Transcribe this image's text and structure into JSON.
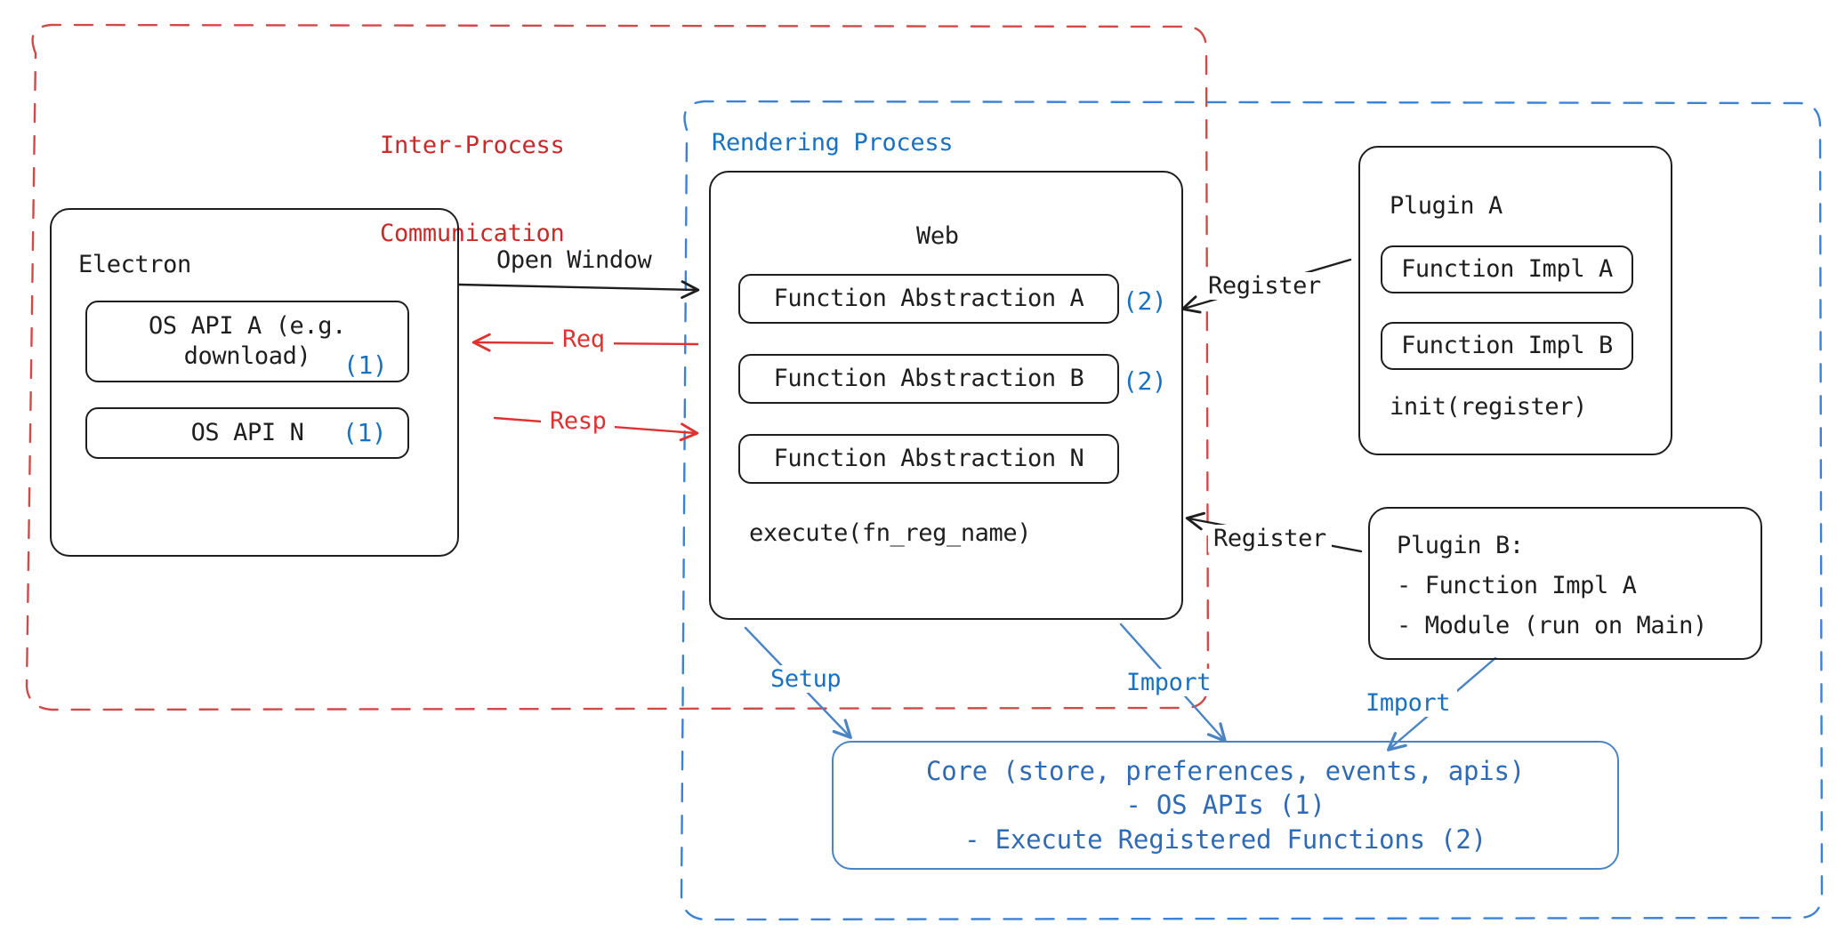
{
  "diagram": {
    "title": "Electron plugin architecture",
    "colors": {
      "ipc_red": "#c92a2a",
      "arrow_red": "#e03131",
      "render_blue": "#1971c2",
      "core_blue": "#2f6ab4",
      "stroke_black": "#1e1e1e"
    }
  },
  "groups": {
    "ipc": {
      "label_line1": "Inter-Process",
      "label_line2": "Communication"
    },
    "rendering": {
      "label": "Rendering Process"
    }
  },
  "electron": {
    "title": "Electron",
    "apis": [
      {
        "label": "OS API A (e.g.\ndownload)",
        "badge": "(1)"
      },
      {
        "label": "OS API N",
        "badge": "(1)"
      }
    ]
  },
  "web": {
    "title": "Web",
    "abstractions": [
      {
        "label": "Function Abstraction A",
        "badge": "(2)"
      },
      {
        "label": "Function Abstraction B",
        "badge": "(2)"
      },
      {
        "label": "Function Abstraction N",
        "badge": ""
      }
    ],
    "execute": "execute(fn_reg_name)"
  },
  "plugin_a": {
    "title": "Plugin A",
    "functions": [
      {
        "label": "Function Impl A"
      },
      {
        "label": "Function Impl B"
      }
    ],
    "init": "init(register)"
  },
  "plugin_b": {
    "line1": "Plugin B:",
    "line2": "- Function Impl A",
    "line3": "- Module (run on Main)"
  },
  "core": {
    "line1": "Core (store, preferences, events, apis)",
    "line2": "- OS APIs (1)",
    "line3": "- Execute Registered Functions (2)"
  },
  "edges": {
    "open_window": "Open Window",
    "req": "Req",
    "resp": "Resp",
    "register_top": "Register",
    "register_bottom": "Register",
    "setup": "Setup",
    "import_left": "Import",
    "import_right": "Import"
  }
}
